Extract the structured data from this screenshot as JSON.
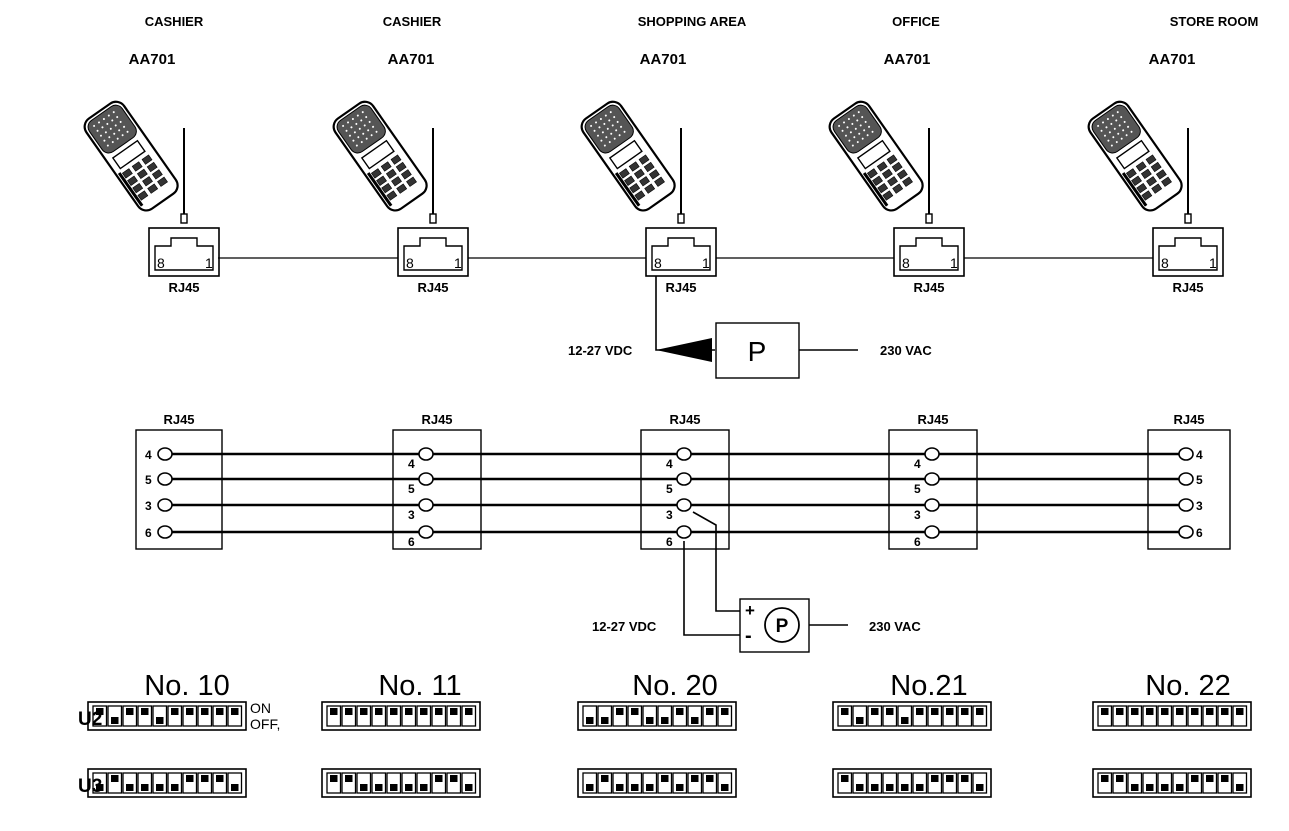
{
  "stations": [
    {
      "location": "CASHIER",
      "model": "AA701",
      "connector": "RJ45"
    },
    {
      "location": "CASHIER",
      "model": "AA701",
      "connector": "RJ45"
    },
    {
      "location": "SHOPPING AREA",
      "model": "AA701",
      "connector": "RJ45"
    },
    {
      "location": "OFFICE",
      "model": "AA701",
      "connector": "RJ45"
    },
    {
      "location": "STORE ROOM",
      "model": "AA701",
      "connector": "RJ45"
    }
  ],
  "jack_pins": {
    "left": "8",
    "right": "1"
  },
  "power_top": {
    "dc": "12-27 VDC",
    "box": "P",
    "ac": "230 VAC"
  },
  "wiring": {
    "headers": [
      "RJ45",
      "RJ45",
      "RJ45",
      "RJ45",
      "RJ45"
    ],
    "pins": [
      "4",
      "5",
      "3",
      "6"
    ]
  },
  "power_bottom": {
    "dc": "12-27 VDC",
    "box": "P",
    "plus": "+",
    "minus": "-",
    "ac": "230 VAC"
  },
  "dip": {
    "titles": [
      "No. 10",
      "No. 11",
      "No. 20",
      "No.21",
      "No. 22"
    ],
    "row_labels": [
      "U2",
      "U3"
    ],
    "on_label": "ON",
    "off_label": "OFF,",
    "u2": [
      [
        1,
        0,
        1,
        1,
        0,
        1,
        1,
        1,
        1,
        1
      ],
      [
        1,
        1,
        1,
        1,
        1,
        1,
        1,
        1,
        1,
        1
      ],
      [
        0,
        0,
        1,
        1,
        0,
        0,
        1,
        0,
        1,
        1
      ],
      [
        1,
        0,
        1,
        1,
        0,
        1,
        1,
        1,
        1,
        1
      ],
      [
        1,
        1,
        1,
        1,
        1,
        1,
        1,
        1,
        1,
        1
      ]
    ],
    "u3": [
      [
        0,
        1,
        0,
        0,
        0,
        0,
        1,
        1,
        1,
        0
      ],
      [
        1,
        1,
        0,
        0,
        0,
        0,
        0,
        1,
        1,
        0
      ],
      [
        0,
        1,
        0,
        0,
        0,
        1,
        0,
        1,
        1,
        0
      ],
      [
        1,
        0,
        0,
        0,
        0,
        0,
        1,
        1,
        1,
        0
      ],
      [
        1,
        1,
        0,
        0,
        0,
        0,
        1,
        1,
        1,
        0
      ]
    ]
  }
}
